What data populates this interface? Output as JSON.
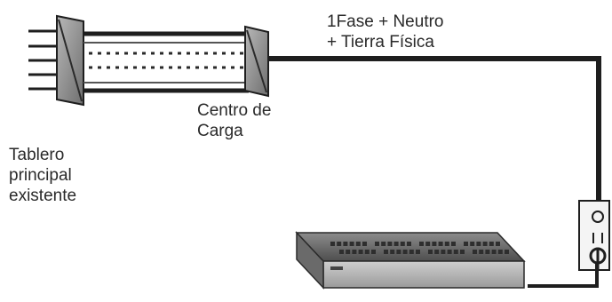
{
  "diagram": {
    "labels": {
      "cable": [
        "1Fase + Neutro",
        "+ Tierra Física"
      ],
      "load_center": [
        "Centro de",
        "Carga"
      ],
      "main_panel": [
        "Tablero",
        "principal",
        "existente"
      ]
    },
    "colors": {
      "line": "#1e1e1e",
      "panel_shade": "#8a8a8a",
      "switch_body": "#5a5a5a",
      "background": "#ffffff"
    },
    "icons": {
      "main_panel": "breaker-panel-icon",
      "load_center": "load-center-icon",
      "outlet": "power-outlet-icon",
      "device": "network-switch-icon"
    }
  }
}
